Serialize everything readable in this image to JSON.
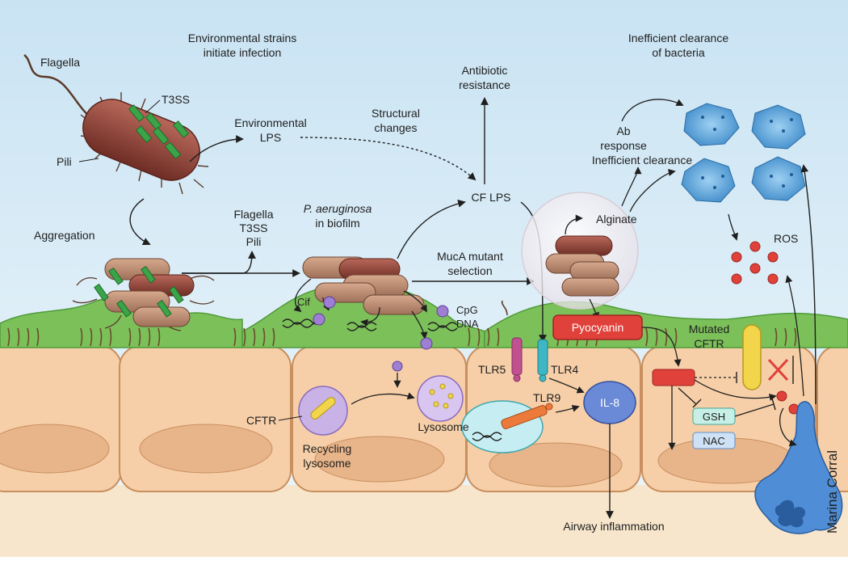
{
  "labels": {
    "env_strains_1": "Environmental strains",
    "env_strains_2": "initiate infection",
    "flagella": "Flagella",
    "t3ss": "T3SS",
    "pili": "Pili",
    "aggregation": "Aggregation",
    "env_lps_1": "Environmental",
    "env_lps_2": "LPS",
    "structural_1": "Structural",
    "structural_2": "changes",
    "antibiotic_1": "Antibiotic",
    "antibiotic_2": "resistance",
    "inefficient_1": "Inefficient clearance",
    "inefficient_2": "of bacteria",
    "ab_1": "Ab",
    "ab_2": "response",
    "fl_list_1": "Flagella",
    "fl_list_2": "T3SS",
    "fl_list_3": "Pili",
    "pa_1": "P. aeruginosa",
    "pa_2": "in biofilm",
    "cf_lps": "CF LPS",
    "alginate": "Alginate",
    "muca_1": "MucA mutant",
    "muca_2": "selection",
    "ros": "ROS",
    "cif": "Cif",
    "cpg_1": "CpG",
    "cpg_2": "DNA",
    "pyocyanin": "Pyocyanin",
    "mutated_1": "Mutated",
    "mutated_2": "CFTR",
    "tlr5": "TLR5",
    "tlr4": "TLR4",
    "tlr9": "TLR9",
    "il8": "IL-8",
    "cftr": "CFTR",
    "lysosome": "Lysosome",
    "recycling_1": "Recycling",
    "recycling_2": "lysosome",
    "gsh": "GSH",
    "nac": "NAC",
    "airway": "Airway inflammation",
    "credit": "Marina Corral"
  },
  "colors": {
    "sky_top": "#cfe6f4",
    "sky_bottom": "#eef6fb",
    "cell_fill": "#f6cfa8",
    "cell_stroke": "#c98f5e",
    "nucleus": "#e8b48a",
    "mucus": "#7cc05a",
    "bacterium": "#8a3d33",
    "pili_green": "#3aa548",
    "pyocyanin": "#e0413a",
    "il8": "#5d7fd1",
    "lysosome": "#c9b2e6",
    "ros": "#e0413a",
    "bacteria_cluster": "#3f8fd0",
    "macrophage": "#4f8ed6"
  }
}
